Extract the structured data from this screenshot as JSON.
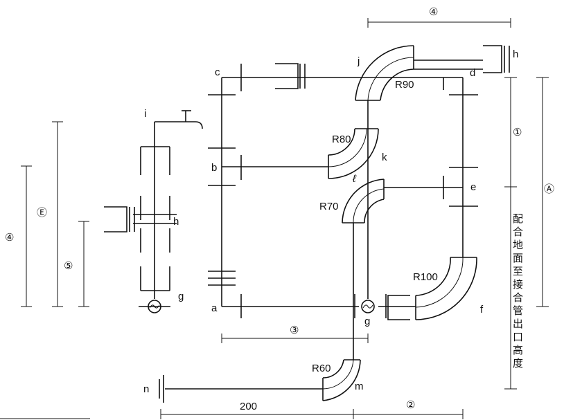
{
  "labels": {
    "a": "a",
    "b": "b",
    "c": "c",
    "d": "d",
    "e": "e",
    "f": "f",
    "g_main": "g",
    "g_side": "g",
    "h_top": "h",
    "h_side": "h",
    "i": "i",
    "j": "j",
    "k": "k",
    "l": "ℓ",
    "m": "m",
    "n": "n"
  },
  "radii": {
    "r90": "R90",
    "r80": "R80",
    "r70": "R70",
    "r100": "R100",
    "r60": "R60"
  },
  "dimensions": {
    "d4_top": "④",
    "d1": "①",
    "dA": "Ⓐ",
    "d3": "③",
    "d2": "②",
    "d200": "200",
    "d4_left": "④",
    "dE": "Ⓔ",
    "d5": "⑤"
  },
  "vertical_note": [
    "配",
    "合",
    "地",
    "面",
    "至",
    "接",
    "合",
    "管",
    "出",
    "口",
    "高",
    "度"
  ]
}
